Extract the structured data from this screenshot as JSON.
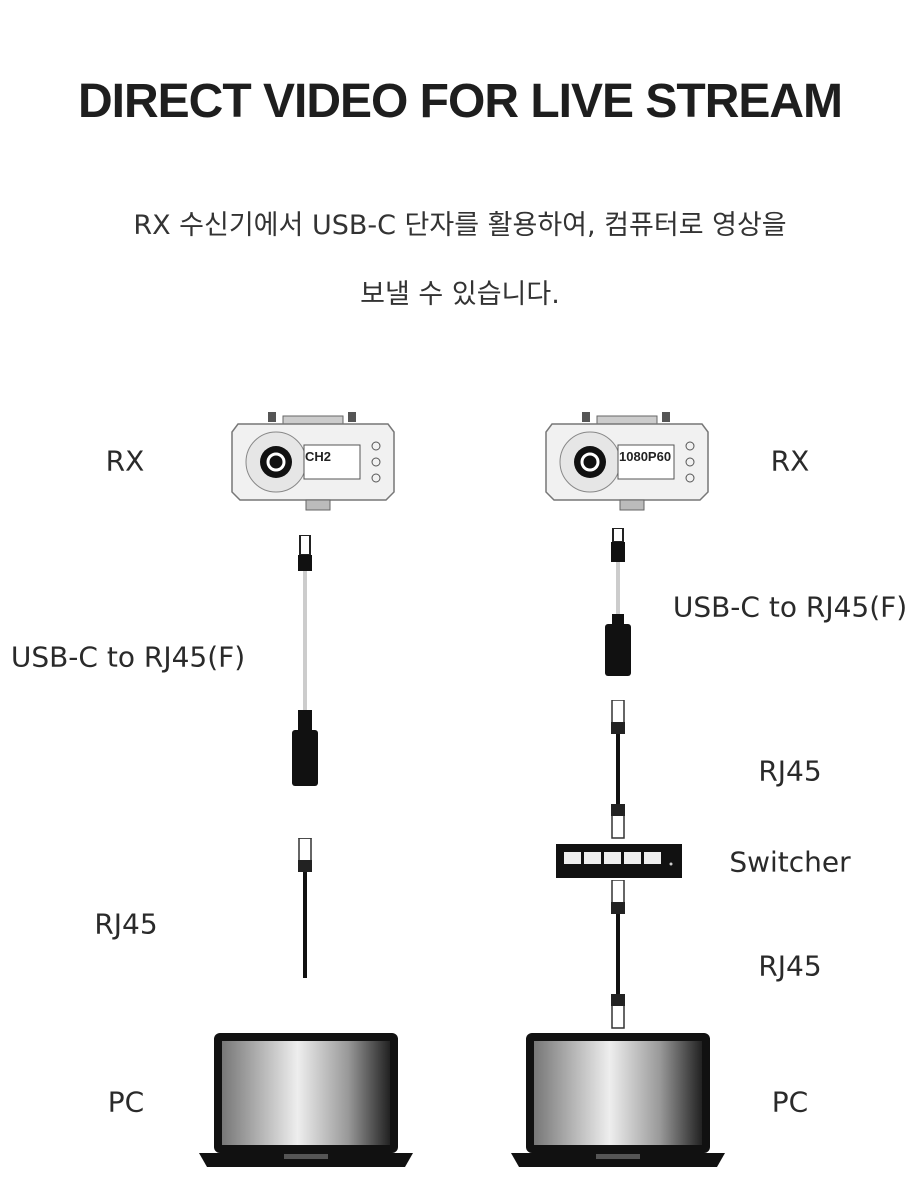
{
  "title": "DIRECT VIDEO FOR LIVE STREAM",
  "description": [
    "RX 수신기에서 USB-C 단자를 활용하여, 컴퓨터로 영상을",
    "보낼 수 있습니다."
  ],
  "left_chain": {
    "rx": "RX",
    "adapter": "USB-C to RJ45(F)",
    "cable": "RJ45",
    "pc": "PC"
  },
  "right_chain": {
    "rx": "RX",
    "adapter": "USB-C to RJ45(F)",
    "cable1": "RJ45",
    "switch": "Switcher",
    "cable2": "RJ45",
    "pc": "PC"
  },
  "device_display": {
    "channel": "CH2",
    "resolution": "1080P60"
  }
}
